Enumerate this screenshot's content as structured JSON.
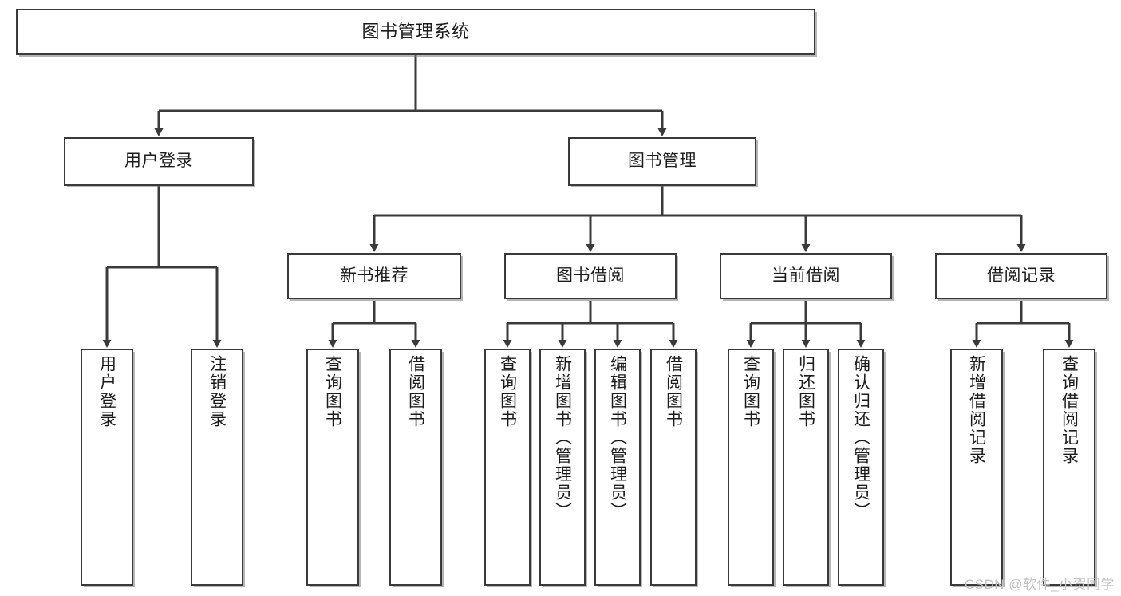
{
  "diagram": {
    "title": "图书管理系统",
    "type": "tree-hierarchy-diagram",
    "colors": {
      "box_border": "#3a3a3a",
      "box_fill": "#ffffff",
      "edge": "#3a3a3a",
      "background": "#ffffff",
      "watermark": "#c3c3c3"
    },
    "root": {
      "label": "图书管理系统"
    },
    "level2": [
      {
        "label": "用户登录"
      },
      {
        "label": "图书管理"
      }
    ],
    "level3": [
      {
        "label": "新书推荐"
      },
      {
        "label": "图书借阅"
      },
      {
        "label": "当前借阅"
      },
      {
        "label": "借阅记录"
      }
    ],
    "leaves": {
      "user_login": [
        {
          "label": "用户登录"
        },
        {
          "label": "注销登录"
        }
      ],
      "new_book_recommend": [
        {
          "label": "查询图书"
        },
        {
          "label": "借阅图书"
        }
      ],
      "book_borrow": [
        {
          "label": "查询图书"
        },
        {
          "label": "新增图书（管理员）"
        },
        {
          "label": "编辑图书（管理员）"
        },
        {
          "label": "借阅图书"
        }
      ],
      "current_borrow": [
        {
          "label": "查询图书"
        },
        {
          "label": "归还图书"
        },
        {
          "label": "确认归还（管理员）"
        }
      ],
      "borrow_record": [
        {
          "label": "新增借阅记录"
        },
        {
          "label": "查询借阅记录"
        }
      ]
    },
    "watermark": "CSDN @软件_小贺同学"
  }
}
